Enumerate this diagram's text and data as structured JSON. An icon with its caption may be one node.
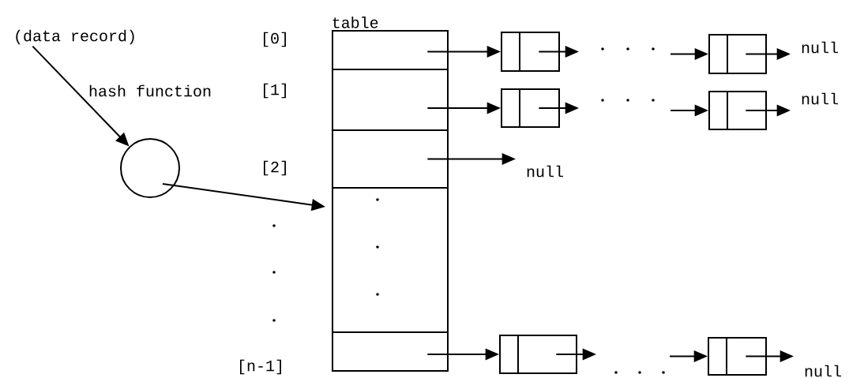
{
  "diagram": {
    "nodes": [
      {
        "text": [
          "(data record)"
        ]
      },
      {
        "text": [],
        "shape": "circle"
      },
      {
        "text": [
          "table"
        ]
      },
      {
        "text": [],
        "shape": "box",
        "in": 2,
        "beside": [
          "[0]"
        ]
      },
      {
        "text": [],
        "shape": "box",
        "in": 2,
        "beside": [
          "[1]"
        ]
      },
      {
        "text": [],
        "shape": "box",
        "in": 2,
        "beside": [
          "[2]"
        ]
      },
      {
        "text": [],
        "shape": "box",
        "in": 2
      },
      {
        "text": [],
        "shape": "box",
        "in": 2,
        "beside": [
          "[n-1]"
        ]
      },
      {
        "text": [],
        "shape": "box"
      },
      {
        "text": [],
        "shape": "box"
      },
      {
        "text": [
          "null"
        ]
      },
      {
        "text": [],
        "shape": "box"
      },
      {
        "text": [],
        "shape": "box"
      },
      {
        "text": [
          "null"
        ]
      },
      {
        "text": [
          "null"
        ]
      },
      {
        "text": [],
        "shape": "box"
      },
      {
        "text": [],
        "shape": "box"
      },
      {
        "text": [
          "null"
        ]
      }
    ],
    "edges": [
      {
        "from": 0,
        "to": 1,
        "arrow": "to",
        "label": "hash function"
      },
      {
        "from": 1,
        "to": 2,
        "arrow": "to"
      },
      {
        "from": 3,
        "to": 8,
        "arrow": "to"
      },
      {
        "from": 8,
        "to": null,
        "arrow": "to"
      },
      {
        "from": null,
        "to": 9,
        "arrow": "to"
      },
      {
        "from": 9,
        "to": 10,
        "arrow": "to"
      },
      {
        "from": 4,
        "to": 11,
        "arrow": "to"
      },
      {
        "from": 11,
        "to": null,
        "arrow": "to"
      },
      {
        "from": null,
        "to": 12,
        "arrow": "to"
      },
      {
        "from": 12,
        "to": 13,
        "arrow": "to"
      },
      {
        "from": 5,
        "to": 14,
        "arrow": "to"
      },
      {
        "from": 7,
        "to": 15,
        "arrow": "to"
      },
      {
        "from": 15,
        "to": null,
        "arrow": "to"
      },
      {
        "from": null,
        "to": 16,
        "arrow": "to"
      },
      {
        "from": 16,
        "to": 17,
        "arrow": "to"
      }
    ]
  }
}
